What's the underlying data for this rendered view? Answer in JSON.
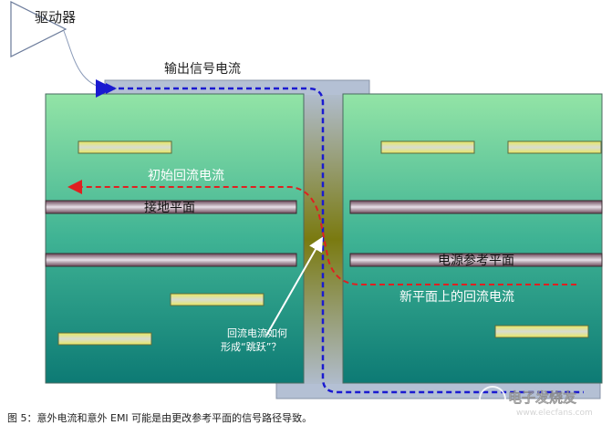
{
  "labels": {
    "driver": "驱动器",
    "output_signal_current": "输出信号电流",
    "initial_return_current": "初始回流电流",
    "ground_plane": "接地平面",
    "power_reference_plane": "电源参考平面",
    "return_current_new_plane": "新平面上的回流电流",
    "jump_question_line1": "回流电流如何",
    "jump_question_line2": "形成“跳跃”？"
  },
  "caption": "图 5：意外电流和意外 EMI 可能是由更改参考平面的信号路径导致。",
  "watermark": {
    "brand": "电子发烧友",
    "url": "www.elecfans.com"
  },
  "colors": {
    "signal_current": "#1a1ad0",
    "return_current": "#e02020",
    "trace": "#e8e870",
    "plane": "#8a6878",
    "board_top": "#93e4a6",
    "board_bottom": "#0d7a74"
  }
}
